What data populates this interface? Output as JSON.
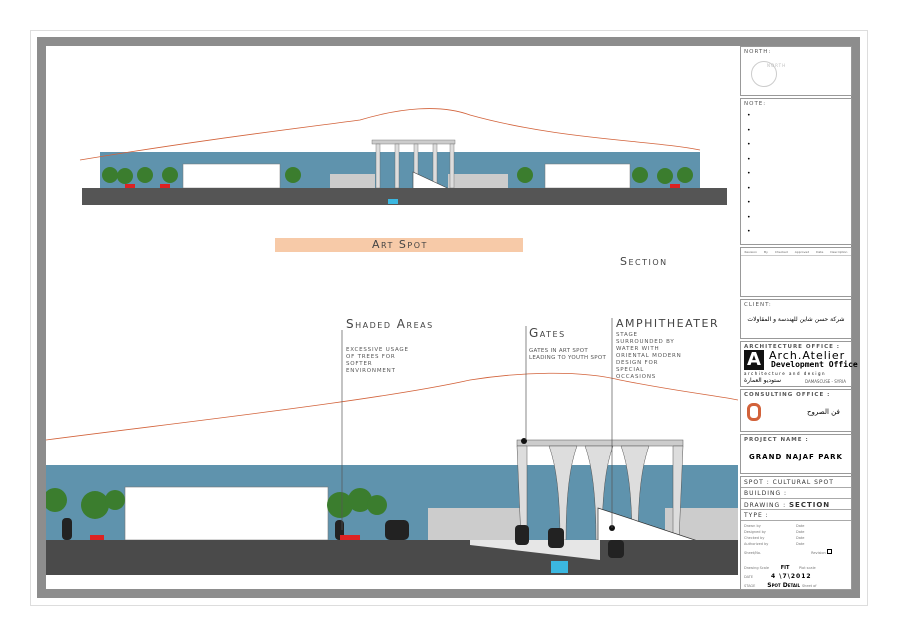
{
  "labels": {
    "art_spot": "Art Spot",
    "section": "Section"
  },
  "annotations": [
    {
      "title": "Shaded Areas",
      "text": [
        "Excessive Usage",
        "of trees for",
        "Softer",
        "Environment"
      ]
    },
    {
      "title": "Gates",
      "text": [
        "Gates in Art Spot",
        "Leading to Youth Spot"
      ]
    },
    {
      "title": "Amphitheater",
      "text": [
        "Stage",
        "surrounded by",
        "water with",
        "oriental modern",
        "design For",
        "Special",
        "Occasions"
      ]
    }
  ],
  "title_block": {
    "north_label": "NORTH:",
    "north_symbol": "NORTH",
    "note_label": "NOTE:",
    "revision_headers": [
      "Revision",
      "By",
      "Checked",
      "Approved",
      "Date",
      "Description"
    ],
    "client_label": "CLIENT:",
    "client_name": "شركة حسن شاين للهندسة و المقاولات",
    "arch_label": "ARCHITECTURE OFFICE :",
    "arch_name1": "Arch.Atelier",
    "arch_name2": "Development Office",
    "arch_sub": "architecture and design",
    "arch_arabic": "ستوديو العمارة",
    "arch_city": "Damascuse - Syria",
    "consult_label": "CONSULTING OFFICE :",
    "consult_name": "فن الصروح",
    "project_label": "PROJECT NAME :",
    "project_name": "GRAND NAJAF PARK",
    "spot": "SPOT : Cultural Spot",
    "building": "BUILDING :",
    "drawing_label": "DRAWING : ",
    "drawing_value": "Section",
    "type": "TYPE :",
    "signoff": [
      "Drawn by",
      "Designed by",
      "Checked by",
      "Authorized by"
    ],
    "date_label": "Date",
    "sheet_label": "Sheet/No.",
    "revision_label": "Revision",
    "scale_label": "Drawing Scale",
    "scale_value": "FIT",
    "plot_label": "Plot scale",
    "date_row_label": "DATE",
    "date_value": "4 \\7\\2012",
    "stage_label": "STAGE",
    "stage_value": "Spot Detail",
    "sheet_suffix": "Sheet of"
  }
}
